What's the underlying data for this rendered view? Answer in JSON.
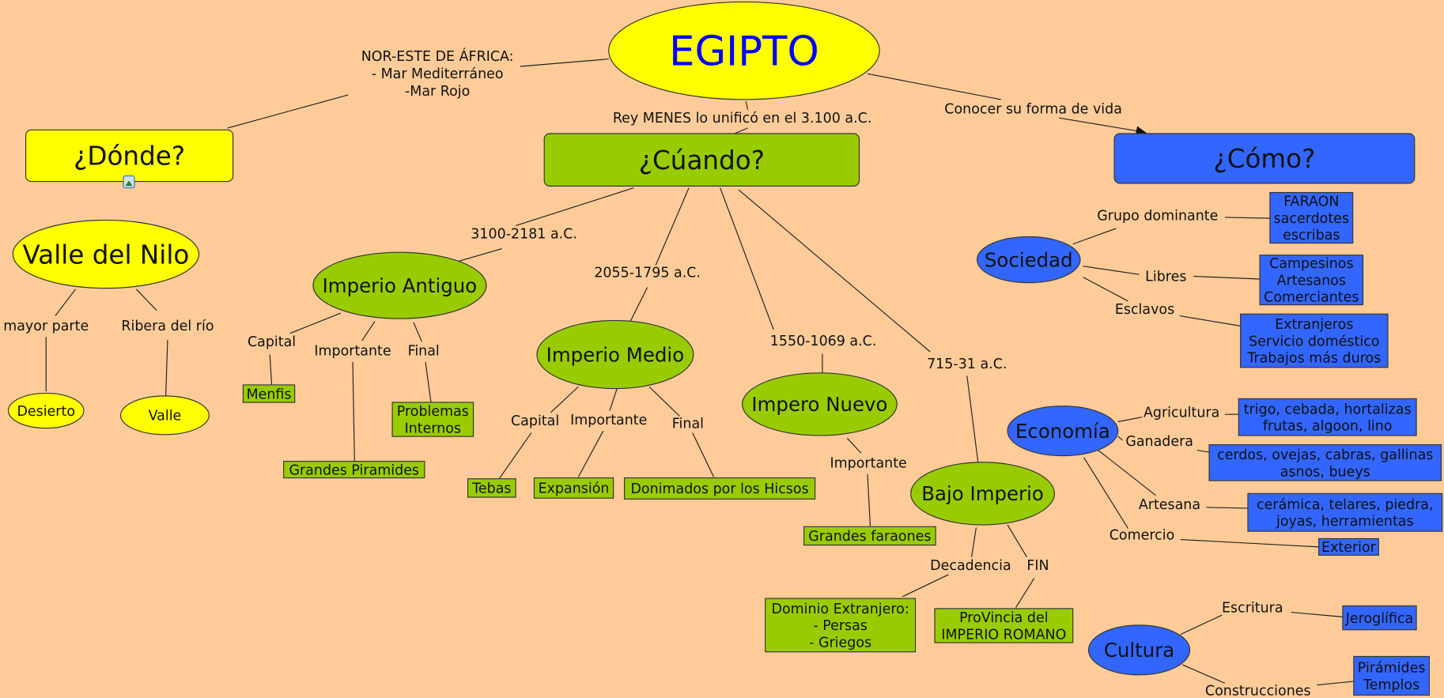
{
  "title": "EGIPTO",
  "colors": {
    "background": "#ffcc99",
    "yellow": "#ffff00",
    "green": "#99cc00",
    "blue": "#3366ff",
    "title_text": "#0000ff"
  },
  "nodes": {
    "egipto": [
      "EGIPTO"
    ],
    "donde": [
      "¿Dónde?"
    ],
    "cuando": [
      "¿Cúando?"
    ],
    "como": [
      "¿Cómo?"
    ],
    "valle_nilo": [
      "Valle del Nilo"
    ],
    "desierto": [
      "Desierto"
    ],
    "valle": [
      "Valle"
    ],
    "imp_antiguo": [
      "Imperio Antiguo"
    ],
    "menfis": [
      "Menfis"
    ],
    "problemas": [
      "Problemas",
      "Internos"
    ],
    "piramides_g": [
      "Grandes Piramides"
    ],
    "imp_medio": [
      "Imperio Medio"
    ],
    "tebas": [
      "Tebas"
    ],
    "expansion": [
      "Expansión"
    ],
    "hicsos": [
      "Donimados por los Hicsos"
    ],
    "imp_nuevo": [
      "Impero Nuevo"
    ],
    "faraones": [
      "Grandes faraones"
    ],
    "bajo": [
      "Bajo Imperio"
    ],
    "dominio": [
      "Dominio Extranjero:",
      "- Persas",
      "- Griegos"
    ],
    "provincia": [
      "ProVincia del",
      "IMPERIO ROMANO"
    ],
    "sociedad": [
      "Sociedad"
    ],
    "faraon": [
      "FARAON",
      "sacerdotes",
      "escribas"
    ],
    "libres_box": [
      "Campesinos",
      "Artesanos",
      "Comerciantes"
    ],
    "esclavos_box": [
      "Extranjeros",
      "Servicio doméstico",
      "Trabajos más duros"
    ],
    "economia": [
      "Economía"
    ],
    "agri_box": [
      "trigo, cebada, hortalizas",
      "frutas, algoon, lino"
    ],
    "gana_box": [
      "cerdos, ovejas, cabras, gallinas",
      "asnos, bueys"
    ],
    "arte_box": [
      "cerámica, telares, piedra,",
      "joyas, herramientas"
    ],
    "exterior": [
      "Exterior"
    ],
    "cultura": [
      "Cultura"
    ],
    "jeroglifica": [
      "Jeroglífica"
    ],
    "piramides_t": [
      "Pirámides",
      "Templos"
    ]
  },
  "links": {
    "africa": [
      "NOR-ESTE DE ÁFRICA:",
      "- Mar Mediterráneo",
      "-Mar Rojo"
    ],
    "menes": [
      "Rey MENES lo unificó en el 3.100 a.C."
    ],
    "conocer": [
      "Conocer su forma de vida"
    ],
    "mayor": [
      "mayor parte"
    ],
    "ribera": [
      "Ribera del río"
    ],
    "d1": [
      "3100-2181 a.C."
    ],
    "d2": [
      "2055-1795 a.C."
    ],
    "d3": [
      "1550-1069 a.C."
    ],
    "d4": [
      "715-31 a.C."
    ],
    "a_cap": [
      "Capital"
    ],
    "a_imp": [
      "Importante"
    ],
    "a_fin": [
      "Final"
    ],
    "m_cap": [
      "Capital"
    ],
    "m_imp": [
      "Importante"
    ],
    "m_fin": [
      "Final"
    ],
    "n_imp": [
      "Importante"
    ],
    "decad": [
      "Decadencia"
    ],
    "fin": [
      "FIN"
    ],
    "grupo": [
      "Grupo dominante"
    ],
    "libres": [
      "Libres"
    ],
    "esclavos": [
      "Esclavos"
    ],
    "agri": [
      "Agricultura"
    ],
    "gana": [
      "Ganadera"
    ],
    "arte": [
      "Artesana"
    ],
    "comer": [
      "Comercio"
    ],
    "escr": [
      "Escritura"
    ],
    "constr": [
      "Construcciones"
    ]
  }
}
